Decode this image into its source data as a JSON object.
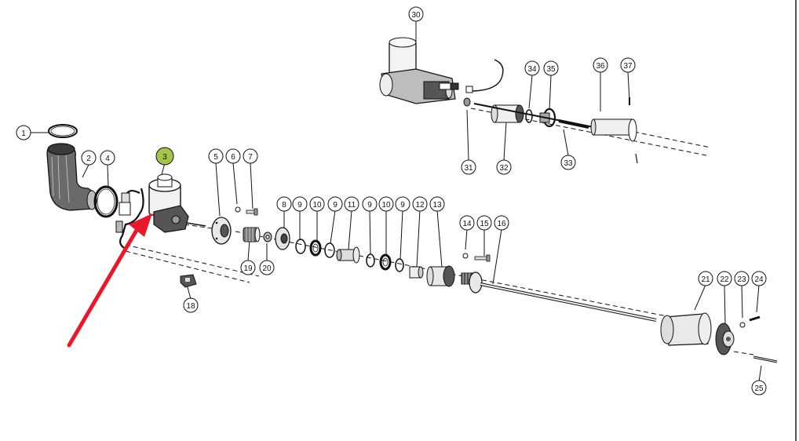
{
  "diagram": {
    "highlight_color": "#a6c44a",
    "arrow_color": "#e8182a",
    "highlighted_part": "3",
    "callouts": [
      {
        "id": "c1",
        "label": "1"
      },
      {
        "id": "c2",
        "label": "2"
      },
      {
        "id": "c3",
        "label": "3"
      },
      {
        "id": "c4",
        "label": "4"
      },
      {
        "id": "c5",
        "label": "5"
      },
      {
        "id": "c6",
        "label": "6"
      },
      {
        "id": "c7",
        "label": "7"
      },
      {
        "id": "c8",
        "label": "8"
      },
      {
        "id": "c9a",
        "label": "9"
      },
      {
        "id": "c10a",
        "label": "10"
      },
      {
        "id": "c9b",
        "label": "9"
      },
      {
        "id": "c11",
        "label": "11"
      },
      {
        "id": "c9c",
        "label": "9"
      },
      {
        "id": "c10b",
        "label": "10"
      },
      {
        "id": "c9d",
        "label": "9"
      },
      {
        "id": "c12",
        "label": "12"
      },
      {
        "id": "c13",
        "label": "13"
      },
      {
        "id": "c14",
        "label": "14"
      },
      {
        "id": "c15",
        "label": "15"
      },
      {
        "id": "c16",
        "label": "16"
      },
      {
        "id": "c18",
        "label": "18"
      },
      {
        "id": "c19",
        "label": "19"
      },
      {
        "id": "c20",
        "label": "20"
      },
      {
        "id": "c21",
        "label": "21"
      },
      {
        "id": "c22",
        "label": "22"
      },
      {
        "id": "c23",
        "label": "23"
      },
      {
        "id": "c24",
        "label": "24"
      },
      {
        "id": "c25",
        "label": "25"
      },
      {
        "id": "c30",
        "label": "30"
      },
      {
        "id": "c31",
        "label": "31"
      },
      {
        "id": "c32",
        "label": "32"
      },
      {
        "id": "c33",
        "label": "33"
      },
      {
        "id": "c34",
        "label": "34"
      },
      {
        "id": "c35",
        "label": "35"
      },
      {
        "id": "c36",
        "label": "36"
      },
      {
        "id": "c37",
        "label": "37"
      }
    ]
  }
}
